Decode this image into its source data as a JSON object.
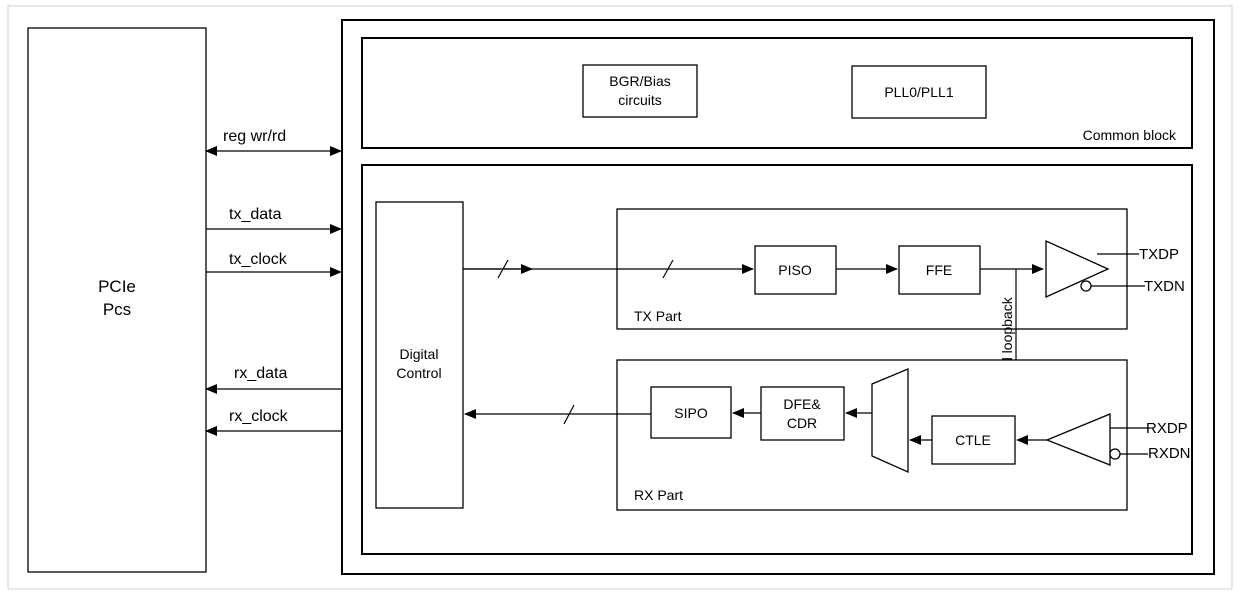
{
  "pcs": {
    "line1": "PCIe",
    "line2": "Pcs"
  },
  "signals": {
    "reg": "reg wr/rd",
    "tx_data": "tx_data",
    "tx_clock": "tx_clock",
    "rx_data": "rx_data",
    "rx_clock": "rx_clock"
  },
  "common": {
    "label": "Common block",
    "bgr_line1": "BGR/Bias",
    "bgr_line2": "circuits",
    "pll": "PLL0/PLL1"
  },
  "digital": {
    "line1": "Digital",
    "line2": "Control"
  },
  "tx": {
    "label": "TX Part",
    "piso": "PISO",
    "ffe": "FFE",
    "txdp": "TXDP",
    "txdn": "TXDN"
  },
  "loopback": "Serial loopback",
  "rx": {
    "label": "RX Part",
    "sipo": "SIPO",
    "dfe_line1": "DFE&",
    "dfe_line2": "CDR",
    "ctle": "CTLE",
    "rxdp": "RXDP",
    "rxdn": "RXDN"
  }
}
